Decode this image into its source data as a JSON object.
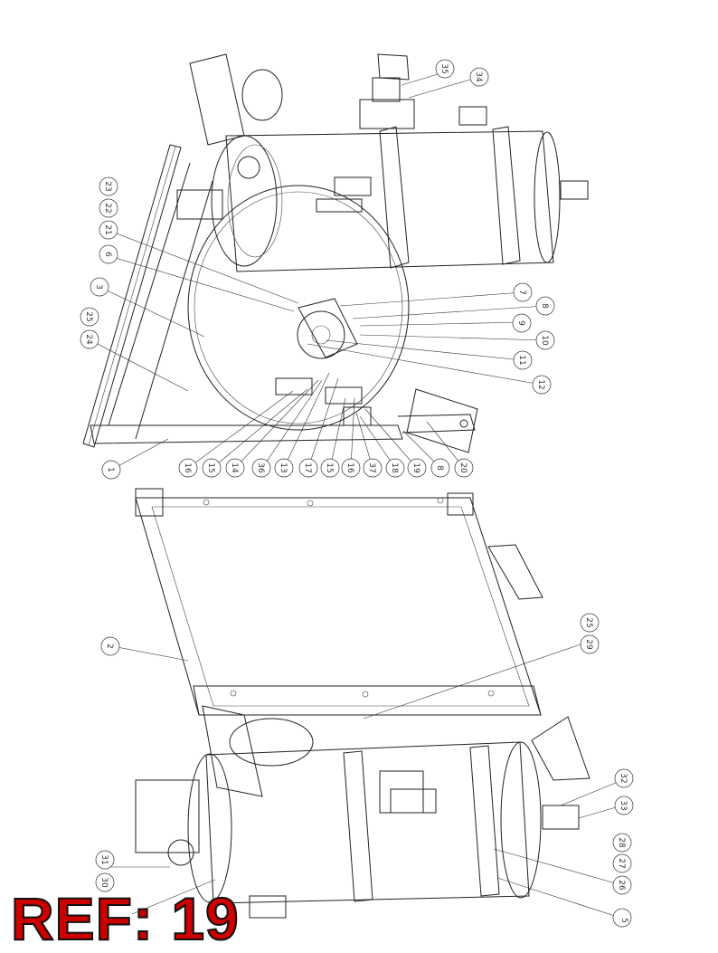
{
  "ref_label": "REF: 19",
  "colors": {
    "ref_fill": "#cc0000",
    "ref_outline": "#111111",
    "line": "#222222"
  },
  "callouts_top": [
    "1",
    "3",
    "6",
    "21",
    "22",
    "23",
    "24",
    "25",
    "7",
    "8",
    "9",
    "10",
    "11",
    "12",
    "16",
    "15",
    "14",
    "36",
    "13",
    "17",
    "15",
    "16",
    "37",
    "18",
    "19",
    "8",
    "20",
    "34",
    "35"
  ],
  "callouts_bottom": [
    "2",
    "29",
    "25",
    "32",
    "33",
    "28",
    "27",
    "26",
    "5",
    "30",
    "31"
  ]
}
